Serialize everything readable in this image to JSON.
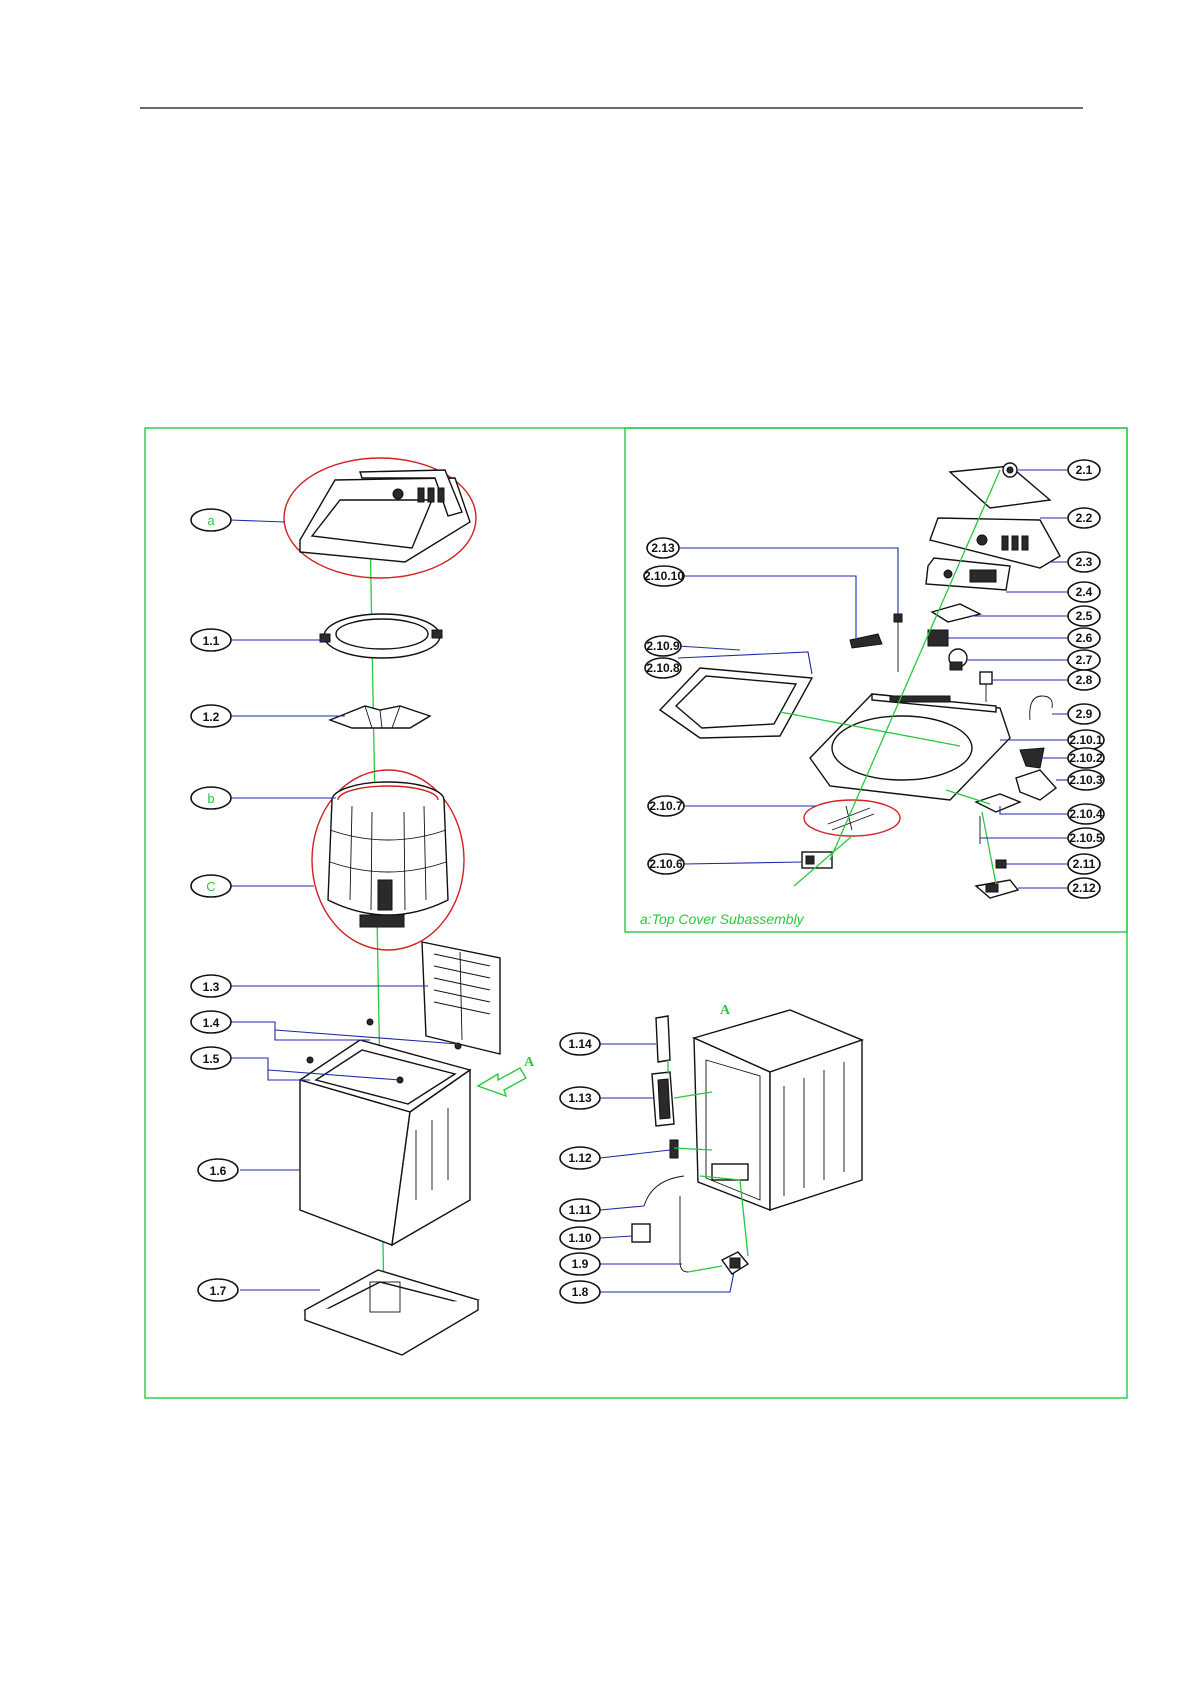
{
  "diagram": {
    "caption": "a:Top Cover Subassembly",
    "view_marker": "A",
    "colors": {
      "frame": "#27c93f",
      "leader": "#1d2aa8",
      "highlight": "#d42020",
      "ink": "#111111"
    },
    "main_labels": [
      "a",
      "1.1",
      "1.2",
      "b",
      "C",
      "1.3",
      "1.4",
      "1.5",
      "1.6",
      "1.7"
    ],
    "topcover_labels": [
      "2.1",
      "2.2",
      "2.3",
      "2.4",
      "2.5",
      "2.6",
      "2.7",
      "2.8",
      "2.9",
      "2.10.1",
      "2.10.2",
      "2.10.3",
      "2.10.4",
      "2.10.5",
      "2.11",
      "2.12",
      "2.13",
      "2.10.10",
      "2.10.9",
      "2.10.8",
      "2.10.7",
      "2.10.6"
    ],
    "rear_labels": [
      "1.14",
      "1.13",
      "1.12",
      "1.11",
      "1.10",
      "1.9",
      "1.8"
    ]
  }
}
